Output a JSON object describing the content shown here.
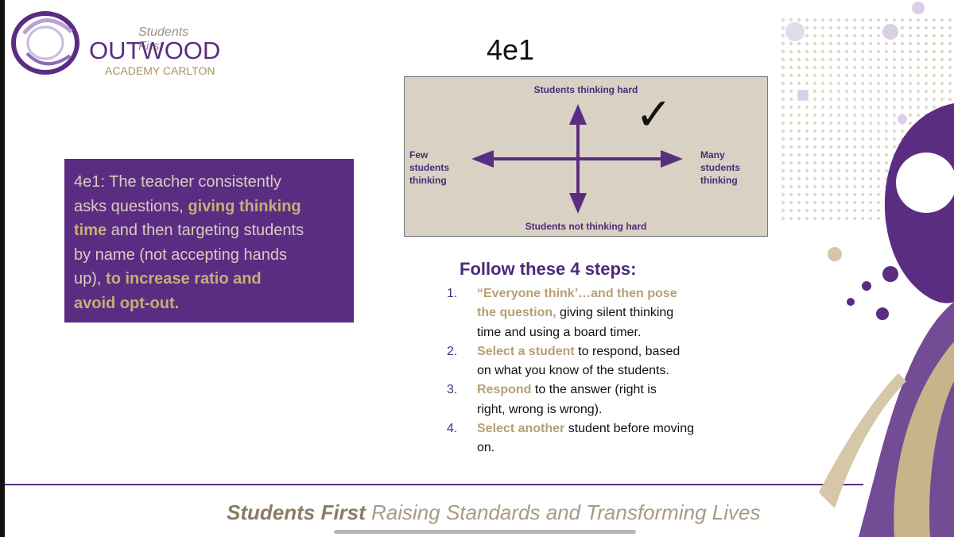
{
  "logo": {
    "tagline": "Students First",
    "name": "OUTWOOD",
    "school": "ACADEMY CARLTON"
  },
  "slide": {
    "title": "4e1"
  },
  "matrix": {
    "top": "Students thinking hard",
    "bottom": "Students not thinking hard",
    "left": [
      "Few",
      "students",
      "thinking"
    ],
    "right": [
      "Many",
      "students",
      "thinking"
    ],
    "tick": "✓"
  },
  "definition": {
    "lines": [
      {
        "parts": [
          {
            "t": "4e1: The teacher consistently",
            "b": false
          }
        ]
      },
      {
        "parts": [
          {
            "t": "asks questions, ",
            "b": false
          },
          {
            "t": "giving thinking",
            "b": true
          }
        ]
      },
      {
        "parts": [
          {
            "t": "time",
            "b": true
          },
          {
            "t": " and then targeting students",
            "b": false
          }
        ]
      },
      {
        "parts": [
          {
            "t": "by name (not accepting hands",
            "b": false
          }
        ]
      },
      {
        "parts": [
          {
            "t": "up), ",
            "b": false
          },
          {
            "t": "to increase ratio and",
            "b": true
          }
        ]
      },
      {
        "parts": [
          {
            "t": "avoid opt-out.",
            "b": true
          }
        ]
      }
    ]
  },
  "steps": {
    "heading": "Follow these 4 steps:",
    "items": [
      {
        "num": "1.",
        "lines": [
          [
            {
              "t": "“Everyone think’…and then pose",
              "b": true
            }
          ],
          [
            {
              "t": "the question,",
              "b": true
            },
            {
              "t": " giving silent thinking",
              "b": false
            }
          ],
          [
            {
              "t": "time and using a board timer.",
              "b": false
            }
          ]
        ]
      },
      {
        "num": "2.",
        "lines": [
          [
            {
              "t": "Select a student",
              "b": true
            },
            {
              "t": " to respond, based",
              "b": false
            }
          ],
          [
            {
              "t": "on what you know of the students.",
              "b": false
            }
          ]
        ]
      },
      {
        "num": "3.",
        "lines": [
          [
            {
              "t": "Respond",
              "b": true
            },
            {
              "t": " to the answer (right is",
              "b": false
            }
          ],
          [
            {
              "t": "right, wrong is wrong).",
              "b": false
            }
          ]
        ]
      },
      {
        "num": "4.",
        "lines": [
          [
            {
              "t": "Select another",
              "b": true
            },
            {
              "t": " student before moving",
              "b": false
            }
          ],
          [
            {
              "t": "on.",
              "b": false
            }
          ]
        ]
      }
    ]
  },
  "footer": {
    "bold": "Students First",
    "rest": " Raising Standards and Transforming Lives"
  },
  "colors": {
    "purple": "#5b2d82",
    "gold": "#c9ad78",
    "beige": "#d9d1c3"
  }
}
